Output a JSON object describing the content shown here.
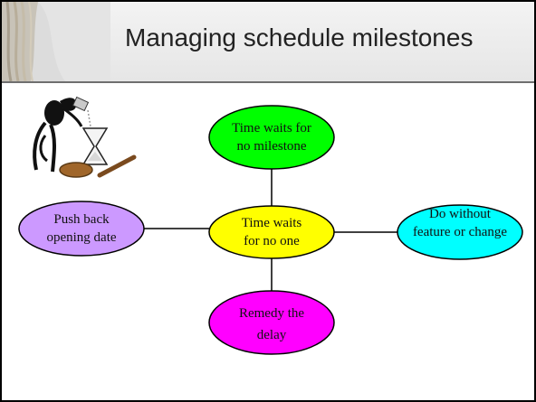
{
  "slide": {
    "title": "Managing schedule milestones"
  },
  "diagram": {
    "center": {
      "lines": [
        "Time waits",
        "for no one"
      ],
      "color": "#ffff00"
    },
    "top": {
      "lines": [
        "Time waits for",
        "no milestone"
      ],
      "color": "#00ff00"
    },
    "left": {
      "lines": [
        "Push back",
        "opening date"
      ],
      "color": "#cc99ff"
    },
    "right": {
      "lines": [
        "Do without",
        "feature or change"
      ],
      "color": "#00ffff"
    },
    "bottom": {
      "lines": [
        "Remedy the",
        "delay"
      ],
      "color": "#ff00ff"
    }
  },
  "clipart": {
    "icon": "hourglass-figure-icon"
  }
}
